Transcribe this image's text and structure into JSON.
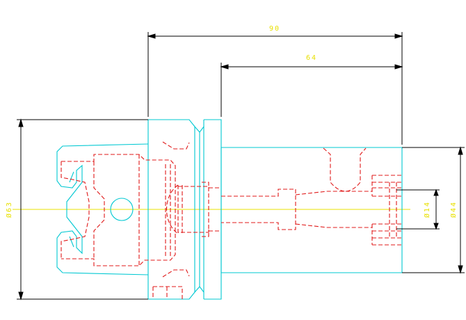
{
  "drawing": {
    "colors": {
      "outline": "#00c8d2",
      "hidden": "#e01818",
      "dimension": "#000000",
      "centerline": "#e8e000",
      "dimension_text": "#e8e000"
    },
    "dimensions": {
      "overall_length": "90",
      "shank_length": "64",
      "flange_diameter": "Ø63",
      "body_diameter": "Ø44",
      "bore_diameter": "Ø14"
    }
  }
}
